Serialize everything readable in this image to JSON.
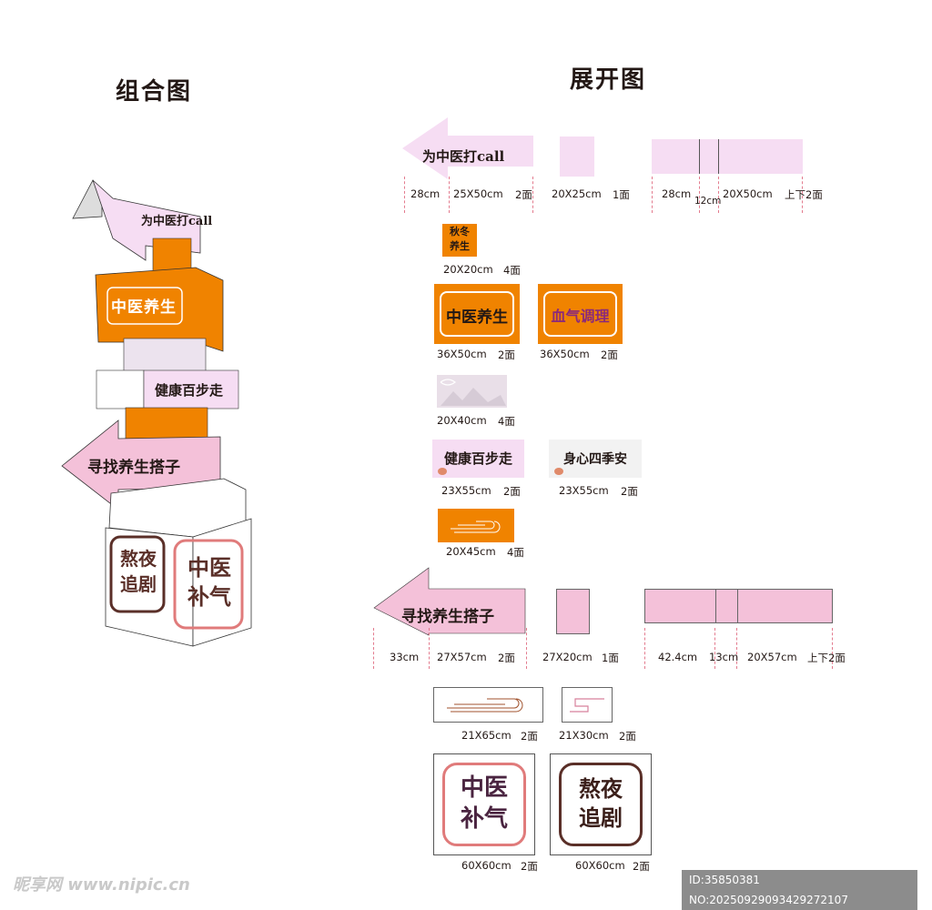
{
  "titles": {
    "assembled": "组合图",
    "unfolded": "展开图"
  },
  "signs": {
    "call": "为中医打call",
    "autumn_winter": "秋冬养生",
    "tcm_health": "中医养生",
    "qi_blood": "血气调理",
    "healthy_walk": "健康百步走",
    "four_seasons": "身心四季安",
    "find_partner": "寻找养生搭子",
    "tcm_qi": "中医补气",
    "stay_up": "熬夜追剧"
  },
  "dimensions": {
    "row1": {
      "d1": "28cm",
      "d2": "25X50cm",
      "d2_count": "2面",
      "d3": "20X25cm",
      "d3_count": "1面",
      "d4": "28cm",
      "d5": "12cm",
      "d6": "20X50cm",
      "d6_count": "上下2面"
    },
    "row2": {
      "d1": "20X20cm",
      "d1_count": "4面"
    },
    "row3": {
      "d1": "36X50cm",
      "d1_count": "2面",
      "d2": "36X50cm",
      "d2_count": "2面"
    },
    "row4": {
      "d1": "20X40cm",
      "d1_count": "4面"
    },
    "row5": {
      "d1": "23X55cm",
      "d1_count": "2面",
      "d2": "23X55cm",
      "d2_count": "2面"
    },
    "row6": {
      "d1": "20X45cm",
      "d1_count": "4面"
    },
    "row7": {
      "d1": "33cm",
      "d2": "27X57cm",
      "d2_count": "2面",
      "d3": "27X20cm",
      "d3_count": "1面",
      "d4": "42.4cm",
      "d5": "13cm",
      "d6": "20X57cm",
      "d6_count": "上下2面"
    },
    "row8": {
      "d1": "21X65cm",
      "d1_count": "2面",
      "d2": "21X30cm",
      "d2_count": "2面"
    },
    "row9": {
      "d1": "60X60cm",
      "d1_count": "2面",
      "d2": "60X60cm",
      "d2_count": "2面"
    }
  },
  "watermark": {
    "brand": "昵享网 www.nipic.cn",
    "id": "ID:35850381 NO:20250929093429272107"
  },
  "colors": {
    "orange": "#f08300",
    "pink": "#f4c1d9",
    "lilac": "#f6ddf3",
    "frame_red": "#e07b7b",
    "frame_brown": "#5a2f28",
    "ink": "#231815"
  }
}
